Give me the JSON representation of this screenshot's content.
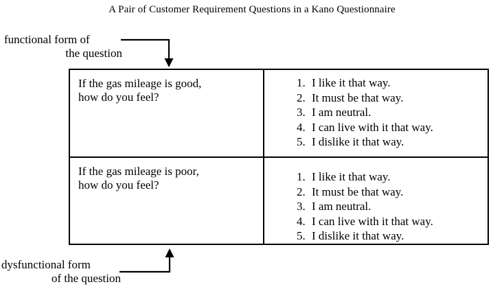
{
  "figure": {
    "title": "A Pair of Customer Requirement Questions in a Kano Questionnaire",
    "labels": {
      "functional": {
        "line1": "functional form of",
        "line2": "the question",
        "arrow_icon": "arrow-down-icon"
      },
      "dysfunctional": {
        "line1": "dysfunctional form",
        "line2": "of the question",
        "arrow_icon": "arrow-up-icon"
      }
    },
    "table": {
      "rows": [
        {
          "kind": "functional",
          "question": "If the gas mileage is good,\nhow do you feel?",
          "answers": [
            {
              "num": "1.",
              "text": "I like it that way."
            },
            {
              "num": "2.",
              "text": "It must be that way."
            },
            {
              "num": "3.",
              "text": "I am neutral."
            },
            {
              "num": "4.",
              "text": "I can live with it that way."
            },
            {
              "num": "5.",
              "text": "I dislike it that way."
            }
          ]
        },
        {
          "kind": "dysfunctional",
          "question": "If the gas mileage is poor,\nhow do you feel?",
          "answers": [
            {
              "num": "1.",
              "text": "I like it that way."
            },
            {
              "num": "2.",
              "text": "It must be that way."
            },
            {
              "num": "3.",
              "text": "I am neutral."
            },
            {
              "num": "4.",
              "text": "I can live with it that way."
            },
            {
              "num": "5.",
              "text": "I dislike it that way."
            }
          ]
        }
      ]
    },
    "colors": {
      "ink": "#000000",
      "background": "#ffffff"
    }
  }
}
